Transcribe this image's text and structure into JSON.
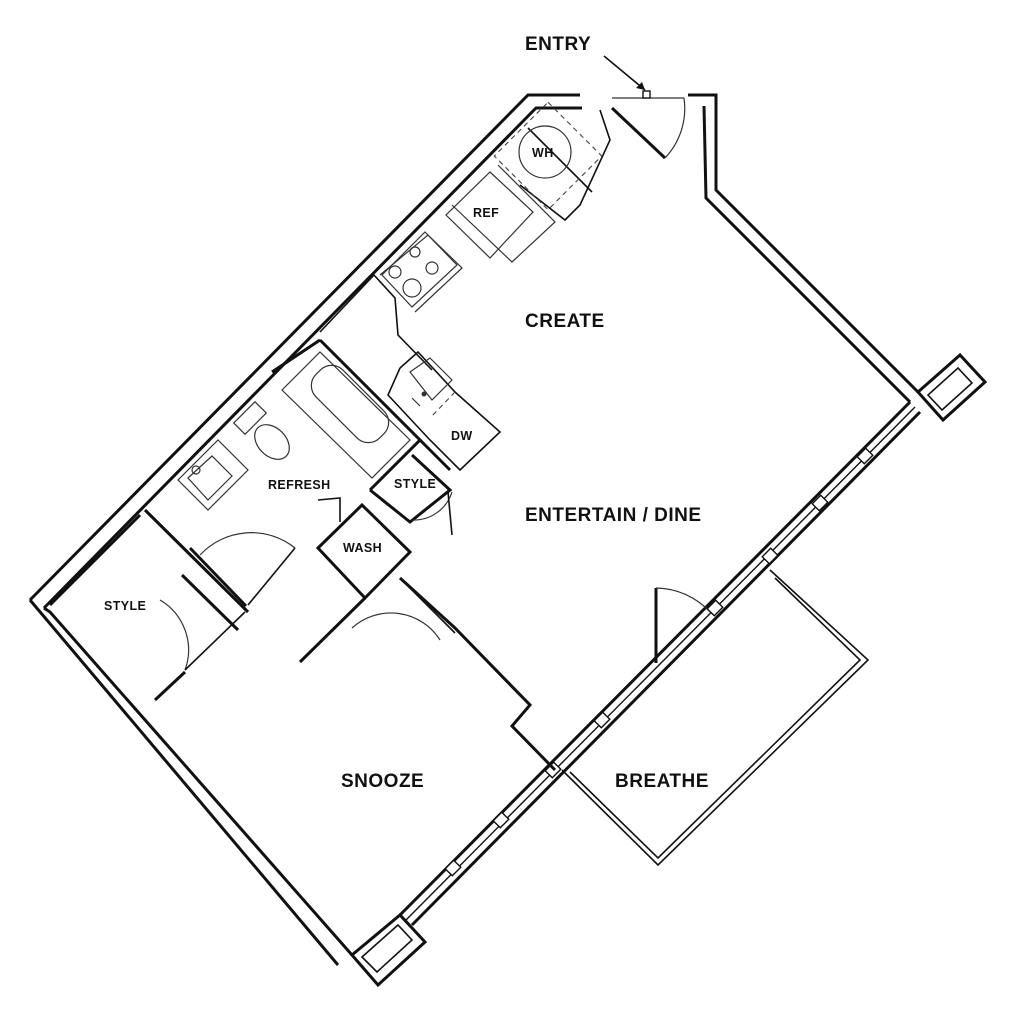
{
  "labels": {
    "entry": "ENTRY",
    "create": "CREATE",
    "entertain_dine": "ENTERTAIN / DINE",
    "snooze": "SNOOZE",
    "breathe": "BREATHE",
    "refresh": "REFRESH",
    "style_bath": "STYLE",
    "style_bed": "STYLE",
    "wash": "WASH",
    "dw": "DW",
    "ref": "REF",
    "wh": "WH"
  }
}
